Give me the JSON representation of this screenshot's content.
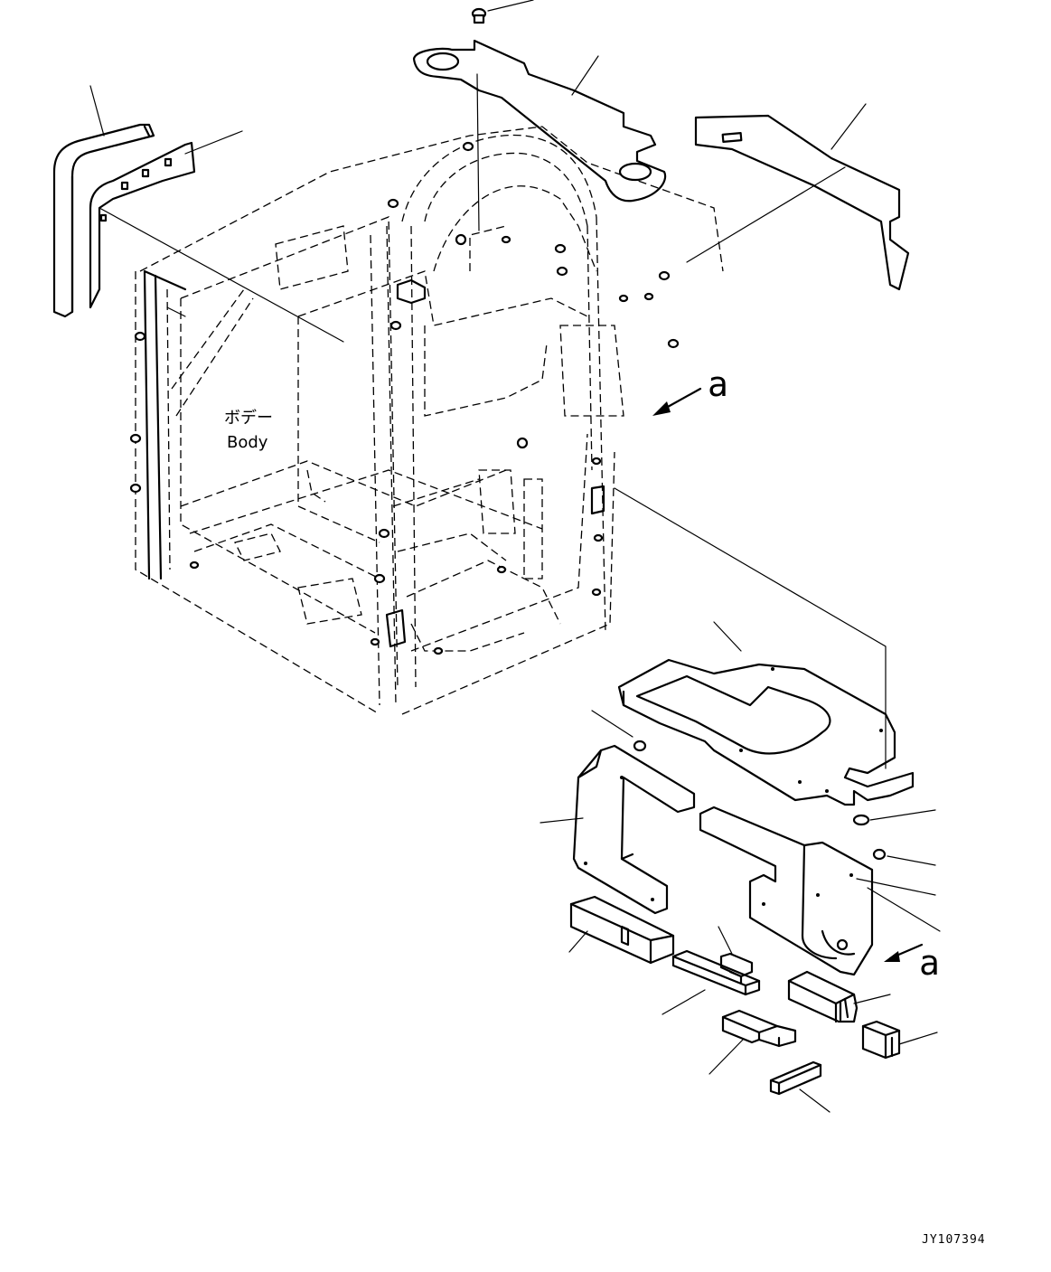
{
  "labels": {
    "body_jp": "ボデー",
    "body_en": "Body",
    "view_a_top": "a",
    "view_a_bottom": "a"
  },
  "document_id": "JY107394",
  "icons": [
    "bolt-icon",
    "washer-icon",
    "arrow-icon"
  ]
}
